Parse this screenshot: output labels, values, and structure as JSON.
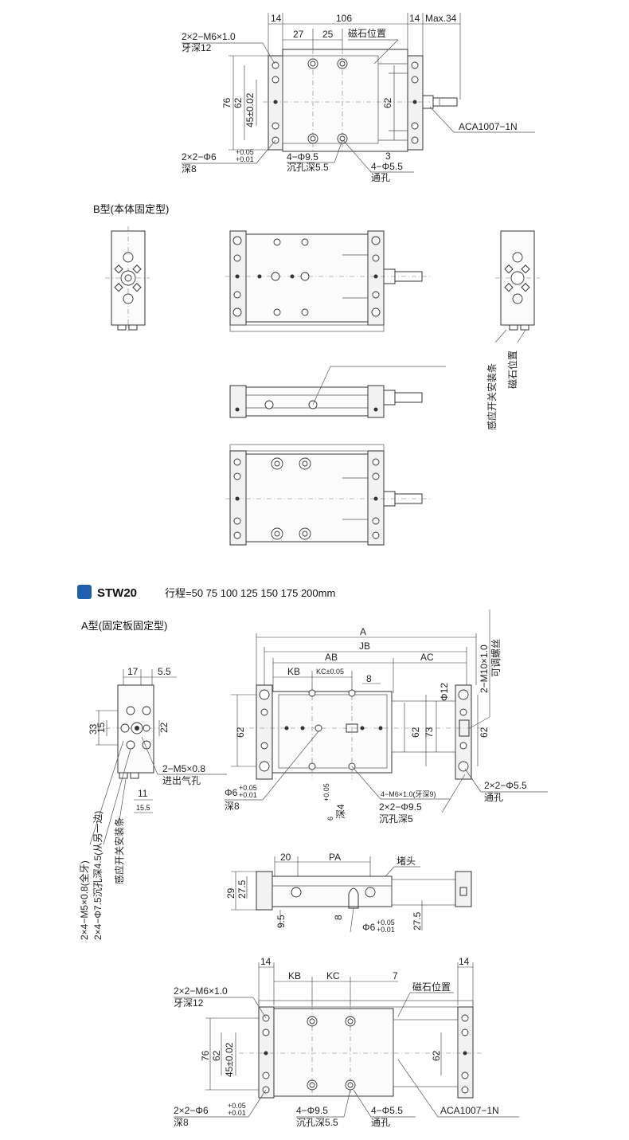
{
  "top_view": {
    "dims": [
      "14",
      "106",
      "14",
      "Max.34",
      "27",
      "25",
      "76",
      "62",
      "45±0.02",
      "62",
      "3"
    ],
    "labels": {
      "tap": "2×2−M6×1.0",
      "tap_depth": "牙深12",
      "magnet": "磁石位置",
      "aca": "ACA1007−1N",
      "pin": "2×2−Φ6",
      "pin_tol_top": "+0.05",
      "pin_tol_bot": "+0.01",
      "pin_depth": "深8",
      "cb": "4−Φ9.5",
      "cb_depth": "沉孔深5.5",
      "thru": "4−Φ5.5",
      "thru_label": "通孔"
    }
  },
  "b_type": {
    "title": "B型(本体固定型)",
    "side_label_1": "感应开关安装条",
    "side_label_2": "磁石位置"
  },
  "stw20": {
    "model": "STW20",
    "stroke": "行程=50  75  100  125  150  175  200mm"
  },
  "a_type": {
    "title": "A型(固定板固定型)",
    "left": {
      "dims": [
        "17",
        "5.5",
        "33",
        "15",
        "22",
        "11",
        "15.5"
      ],
      "port": "2−M5×0.8",
      "port_label": "进出气孔",
      "switch_rail": "感应开关安装条",
      "holes_1": "2×4−M5×0.8(全牙)",
      "holes_2": "2×4−Φ7.5沉孔深4.5(从另一边)"
    },
    "top": {
      "dims": [
        "A",
        "JB",
        "AB",
        "AC",
        "KB",
        "KC±0.05",
        "8",
        "Φ12",
        "62",
        "62",
        "73",
        "62"
      ],
      "screw": "2−M10×1.0",
      "screw_label": "可调螺丝",
      "thru": "2×2−Φ5.5",
      "thru_label": "通孔",
      "pin": "Φ6",
      "pin_tol_top": "+0.05",
      "pin_tol_bot": "+0.01",
      "pin_depth": "深8",
      "center_pin": "6",
      "center_pin_depth": "深4",
      "tap": "4−M6×1.0(牙深9)",
      "cb": "2×2−Φ9.5",
      "cb_depth": "沉孔深5"
    },
    "side": {
      "dims": [
        "20",
        "PA",
        "29",
        "27.5",
        "9.5",
        "8",
        "27.5"
      ],
      "plug": "堵头",
      "pin": "Φ6",
      "pin_tol_top": "+0.05",
      "pin_tol_bot": "+0.01"
    },
    "bottom": {
      "dims": [
        "14",
        "KB",
        "KC",
        "7",
        "14",
        "76",
        "62",
        "45±0.02",
        "62"
      ],
      "tap": "2×2−M6×1.0",
      "tap_depth": "牙深12",
      "magnet": "磁石位置",
      "pin": "2×2−Φ6",
      "pin_tol_top": "+0.05",
      "pin_tol_bot": "+0.01",
      "pin_depth": "深8",
      "cb": "4−Φ9.5",
      "cb_depth": "沉孔深5.5",
      "thru": "4−Φ5.5",
      "thru_label": "通孔",
      "aca": "ACA1007−1N"
    }
  },
  "colors": {
    "badge": "#1f5fb0",
    "line": "#333333"
  }
}
